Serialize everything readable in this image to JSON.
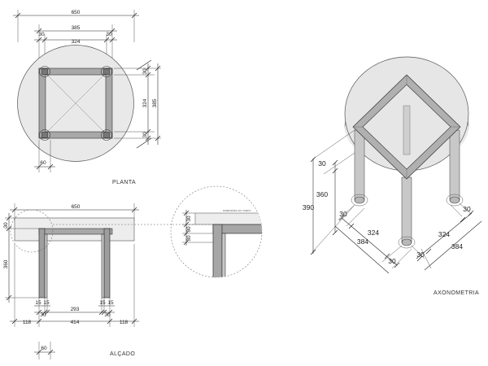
{
  "views": {
    "plan": {
      "title": "PLANTA",
      "dims": {
        "total": "650",
        "outer": "385",
        "inner": "324",
        "left": "30",
        "right": "30",
        "right_outer": "385",
        "right_inner": "324",
        "right_top": "30",
        "right_bottom": "30",
        "leg": "60"
      }
    },
    "elevation": {
      "title": "ALÇADO",
      "dims": {
        "total": "650",
        "top": "30",
        "height": "360",
        "leg_a1": "15",
        "leg_a2": "15",
        "leg_a_total": "30",
        "leg_b1": "15",
        "leg_b2": "15",
        "leg_b_total": "30",
        "inner": "293",
        "left": "118",
        "middle": "414",
        "right": "118",
        "leg": "60"
      },
      "detail": {
        "label": "DIMENSÕES DO TAMPO",
        "d1": "30",
        "d2": "30",
        "d3": "30"
      }
    },
    "axonometric": {
      "title": "AXONOMETRIA",
      "dims": {
        "top": "30",
        "height": "360",
        "total": "390",
        "left_a": "30",
        "left_inner": "324",
        "left_outer": "384",
        "left_b": "30",
        "right_a": "30",
        "right_inner": "324",
        "right_outer": "384",
        "right_top": "30"
      }
    }
  }
}
